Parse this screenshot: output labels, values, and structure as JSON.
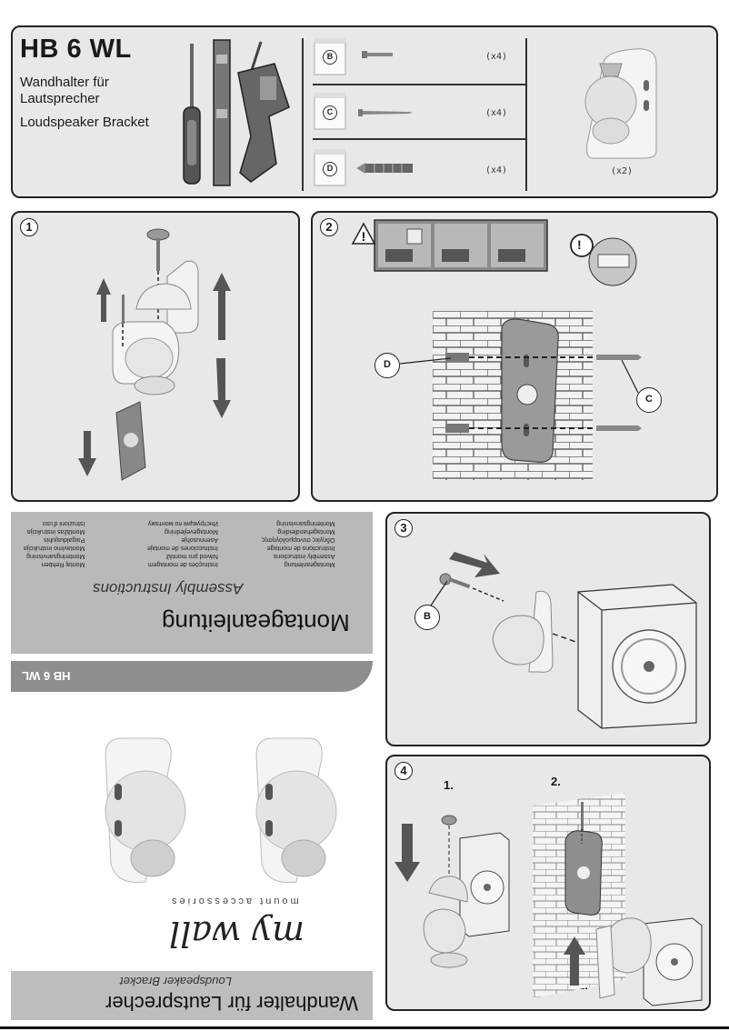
{
  "header": {
    "title": "HB 6 WL",
    "subtitle_de": "Wandhalter für Lautsprecher",
    "subtitle_en": "Loudspeaker Bracket",
    "parts": [
      {
        "label": "B",
        "qty": "(x4)"
      },
      {
        "label": "C",
        "qty": "(x4)"
      },
      {
        "label": "D",
        "qty": "(x4)"
      }
    ],
    "bracket_qty": "(x2)"
  },
  "steps": {
    "s1": "1",
    "s2": "2",
    "s3": "3",
    "s4": "4"
  },
  "callouts": {
    "d": "D",
    "c": "C",
    "b": "B",
    "warn": "!"
  },
  "step4": {
    "one_a": "1.",
    "two": "2.",
    "one_b": "1."
  },
  "book": {
    "languages_col1": "Montageanleitung\nAssembly instructions\nInstructions de montage\nΟδηγίες συναρμολόγησης\nMontagehandleiding\nMonteringsanvisning",
    "languages_col2": "Instruções de montagem\nNávod pro montáž\nInstrucciones de montaje\nAsennusohje\nMontagevejledning\nИнструкция по монтажу",
    "languages_col3": "Montaj Rehberi\nMonteringsanvisning\nMontavimo instrukcija\nPaigaldusjuhis\nMontāžas instrukcija\nIstruzioni d'uso",
    "main_title": "Montageanleitung",
    "sub_title": "Assembly Instructions",
    "model_band": "HB 6 WL",
    "brand": "my wall",
    "brand_tag": "mount accessories",
    "cover_title": "Wandhalter für Lautsprecher",
    "cover_sub": "Loudspeaker Bracket"
  },
  "colors": {
    "panel": "#e8e8e8",
    "book": "#b9b9b9",
    "band": "#8e8e8e",
    "outline": "#222222"
  }
}
